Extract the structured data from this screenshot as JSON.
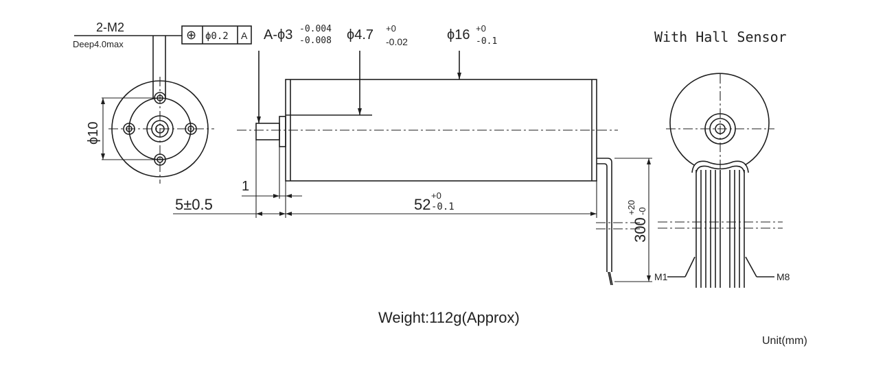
{
  "title": "With Hall Sensor",
  "weight": "Weight:112g(Approx)",
  "unit": "Unit(mm)",
  "thread": "2-M2",
  "thread_depth": "Deep4.0max",
  "tolerance_frame": {
    "symbol": "⊕",
    "value": "ϕ0.2",
    "datum": "A"
  },
  "shaft_dim": {
    "main": "A-ϕ3",
    "upper": "-0.004",
    "lower": "-0.008"
  },
  "boss_dim": {
    "main": "ϕ4.7",
    "upper": "+0",
    "lower": "-0.02"
  },
  "body_dim": {
    "main": "ϕ16",
    "upper": "+0",
    "lower": "-0.1"
  },
  "bolt_circle": "ϕ10",
  "flange_len": "1",
  "shaft_len": "5±0.5",
  "body_len": {
    "main": "52",
    "upper": "+0",
    "lower": "-0.1"
  },
  "lead_len": {
    "main": "300",
    "upper": "+20",
    "lower": "-0"
  },
  "wire_left": "M1",
  "wire_right": "M8",
  "colors": {
    "line": "#1e1e1e",
    "background": "#ffffff"
  }
}
